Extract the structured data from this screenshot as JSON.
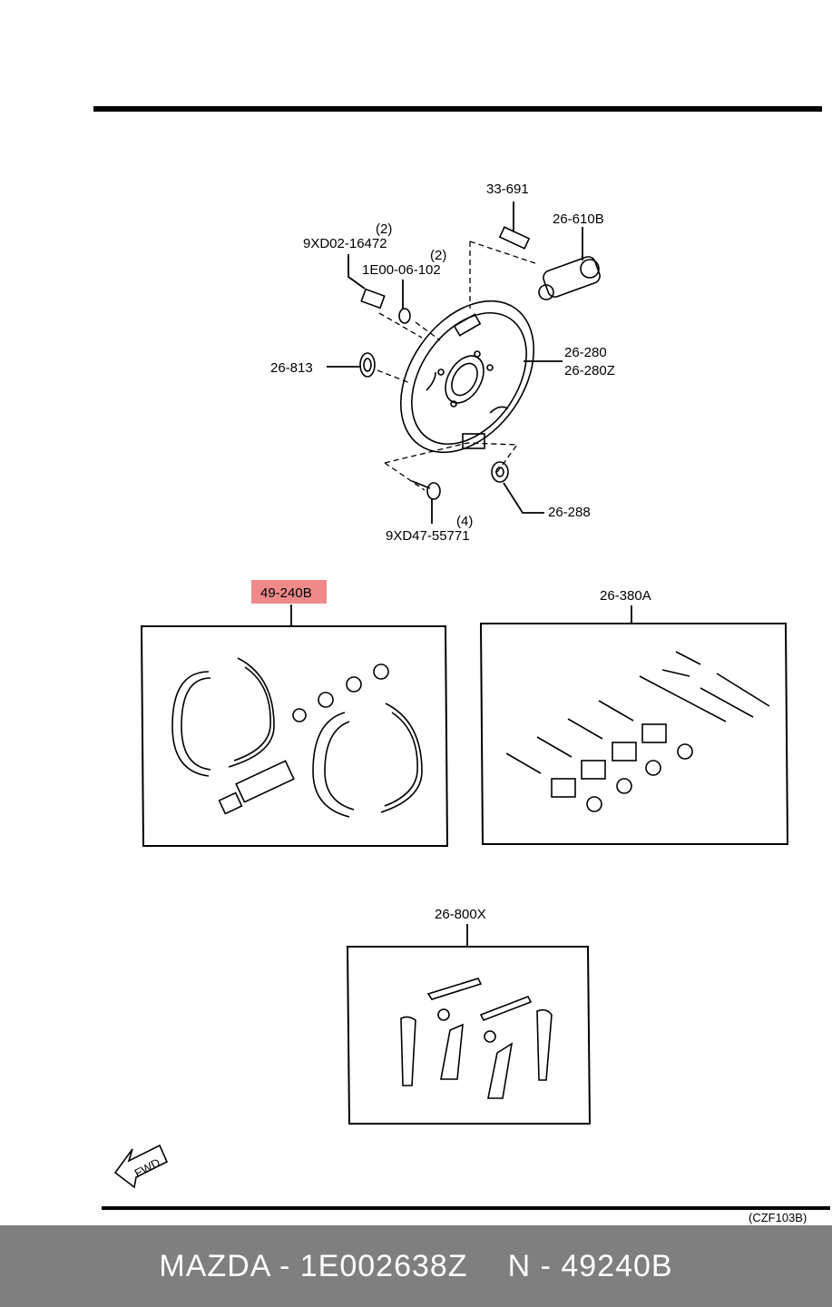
{
  "diagram": {
    "code": "(CZF103B)",
    "fwd_label": "FWD",
    "callouts": {
      "bleeder_screw": "33-691",
      "wheel_cylinder": "26-610B",
      "bolt_qty": "(2)",
      "bolt": "9XD02-16472",
      "washer_qty": "(2)",
      "washer": "1E00-06-102",
      "plug": "26-813",
      "backing_plate_1": "26-280",
      "backing_plate_2": "26-280Z",
      "nut": "26-288",
      "stud_qty": "(4)",
      "stud": "9XD47-55771",
      "shoe_kit": "49-240B",
      "spring_kit": "26-380A",
      "lever_kit": "26-800X"
    },
    "highlight_color": "#f08a8a"
  },
  "footer": {
    "brand_part": "MAZDA - 1E002638Z",
    "ref_part": "N - 49240B"
  }
}
